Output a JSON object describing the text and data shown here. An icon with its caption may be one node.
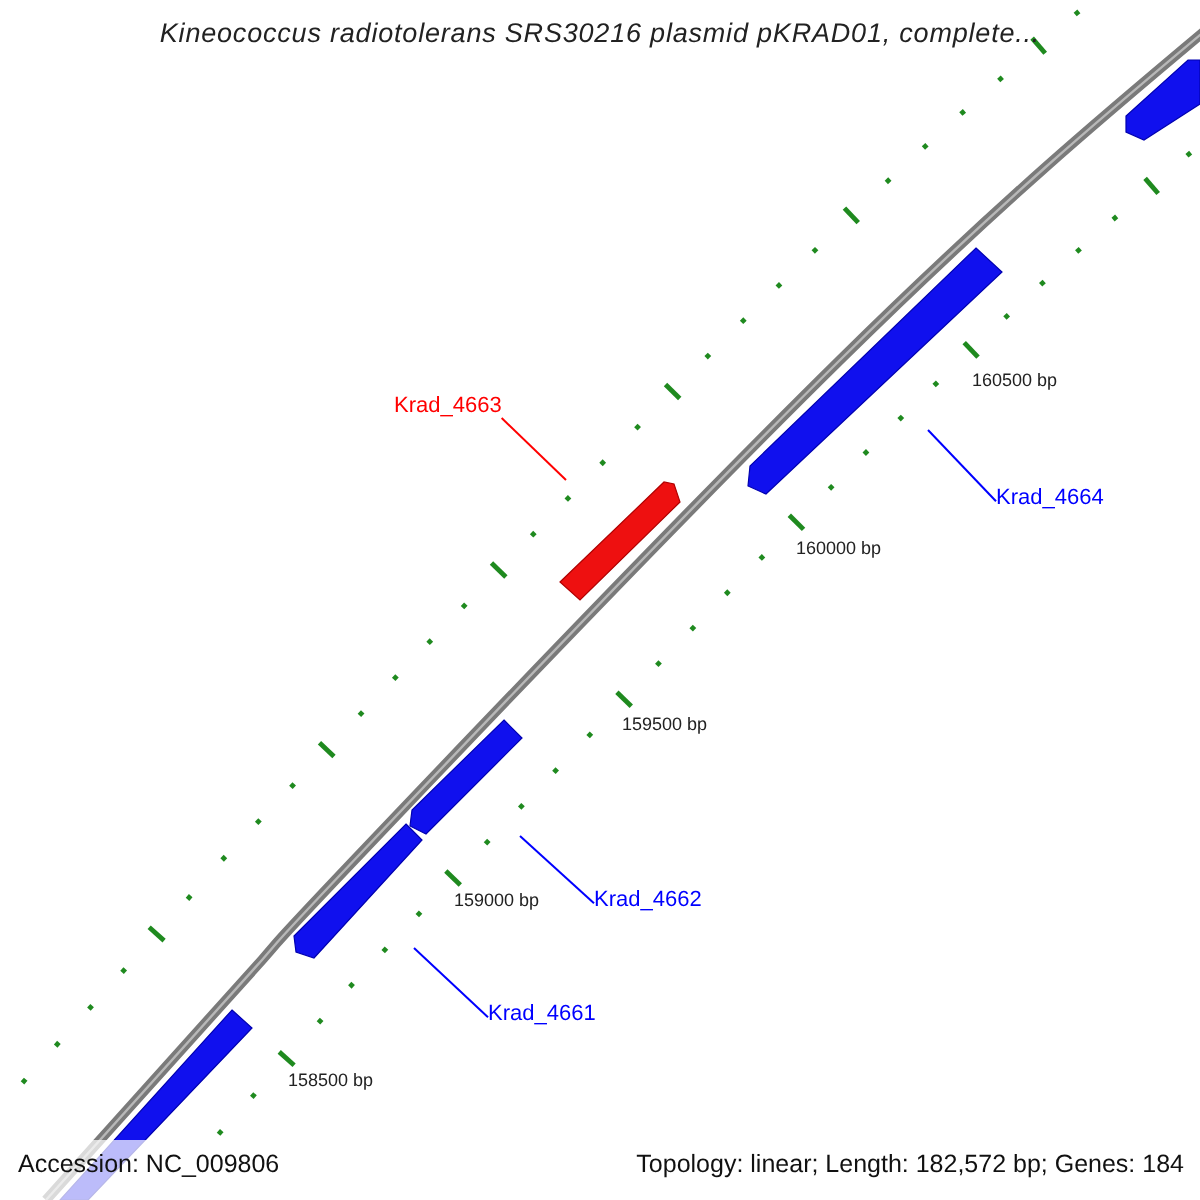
{
  "diagram": {
    "title": "Kineococcus radiotolerans SRS30216 plasmid pKRAD01, complete...",
    "nodes": [
      {
        "text": [
          "Krad_4663"
        ]
      },
      {
        "text": [],
        "shape": "arrow"
      },
      {
        "text": [
          "Krad_4664"
        ]
      },
      {
        "text": [],
        "shape": "arrow"
      },
      {
        "text": [
          "Krad_4662"
        ]
      },
      {
        "text": [],
        "shape": "arrow"
      },
      {
        "text": [
          "Krad_4661"
        ]
      },
      {
        "text": [],
        "shape": "arrow"
      }
    ],
    "edges": [
      {
        "from": 0,
        "to": 1,
        "arrow": "none",
        "color": "#ff0000"
      },
      {
        "from": 2,
        "to": 3,
        "arrow": "none"
      },
      {
        "from": 4,
        "to": 5,
        "arrow": "none"
      },
      {
        "from": 6,
        "to": 7,
        "arrow": "none"
      }
    ],
    "labels": [
      "160500 bp",
      "160000 bp",
      "159500 bp",
      "159000 bp",
      "158500 bp",
      "Accession: NC_009806",
      "Topology: linear; Length: 182,572 bp; Genes: 184"
    ]
  }
}
